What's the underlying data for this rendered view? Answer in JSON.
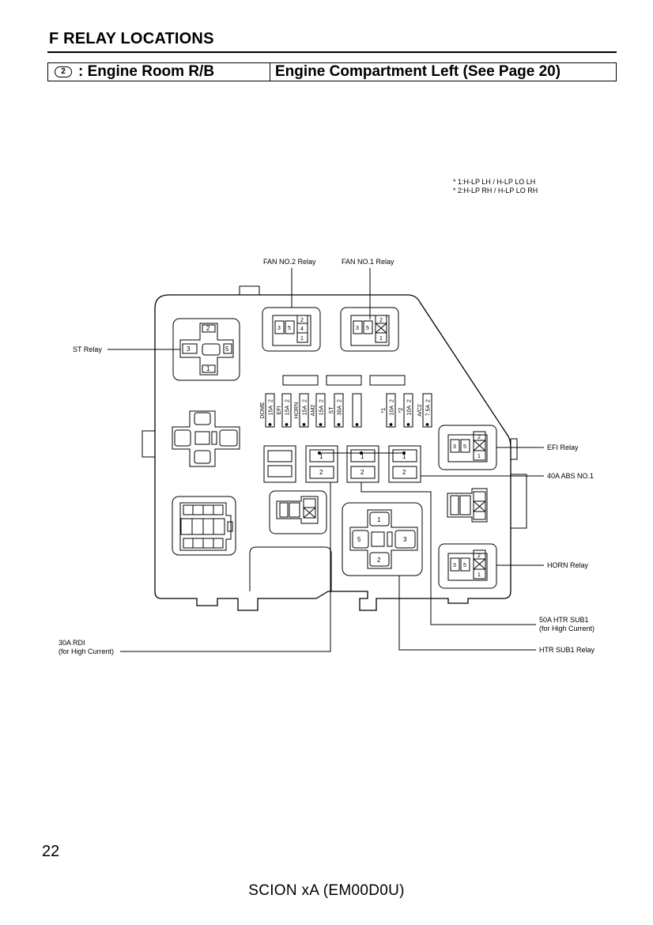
{
  "header": {
    "section_title": "F  RELAY LOCATIONS",
    "location_code": "2",
    "location_name": ": Engine Room R/B",
    "location_description": "Engine Compartment Left (See Page 20)"
  },
  "notes": [
    "* 1:H-LP LH / H-LP LO LH",
    "* 2:H-LP RH / H-LP LO RH"
  ],
  "callouts": {
    "fan_no2": "FAN NO.2 Relay",
    "fan_no1": "FAN NO.1 Relay",
    "st_relay": "ST Relay",
    "efi_relay": "EFI Relay",
    "abs_no1": "40A ABS NO.1",
    "horn_relay": "HORN Relay",
    "htr_sub1_fuse_line1": "50A HTR SUB1",
    "htr_sub1_fuse_line2": "(for High Current)",
    "rdi_line1": "30A RDI",
    "rdi_line2": "(for High Current)",
    "htr_sub1_relay": "HTR SUB1 Relay"
  },
  "fuses": [
    {
      "name": "DOME",
      "rating": "15A",
      "pos": "2"
    },
    {
      "name": "EFI",
      "rating": "15A",
      "pos": "2"
    },
    {
      "name": "HORN",
      "rating": "15A",
      "pos": "2"
    },
    {
      "name": "AM2",
      "rating": "15A",
      "pos": "2"
    },
    {
      "name": "ST",
      "rating": "30A",
      "pos": "2"
    },
    {
      "name": "",
      "rating": "",
      "pos": ""
    },
    {
      "name": "*1",
      "rating": "10A",
      "pos": "2"
    },
    {
      "name": "*2",
      "rating": "10A",
      "pos": "2"
    },
    {
      "name": "A/C2",
      "rating": "7.5A",
      "pos": "2"
    }
  ],
  "terminals": {
    "one": "1",
    "two": "2",
    "three": "3",
    "four": "4",
    "five": "5"
  },
  "footer": {
    "page_number": "22",
    "model": "SCION xA (EM00D0U)"
  }
}
